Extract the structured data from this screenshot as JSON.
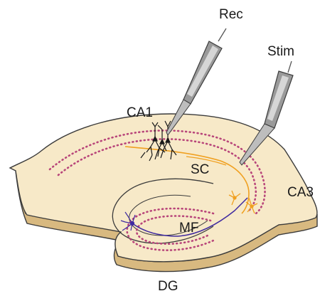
{
  "labels": {
    "rec": "Rec",
    "stim": "Stim",
    "ca1": "CA1",
    "sc": "SC",
    "ca3": "CA3",
    "mf": "MF",
    "dg": "DG"
  },
  "colors": {
    "tissue_top": "#f7e9c8",
    "tissue_side": "#d8b980",
    "outline": "#3b3b3b",
    "cell_layer_dots": "#b8457a",
    "ca1_neurons": "#1a1a1a",
    "schaffer_collateral": "#f0a020",
    "mossy_fiber": "#3f2aa0",
    "electrode_body": "#9a9a9a",
    "electrode_tip": "#555555"
  },
  "icons": {
    "recording_electrode": "electrode-icon",
    "stimulating_electrode": "electrode-icon"
  }
}
